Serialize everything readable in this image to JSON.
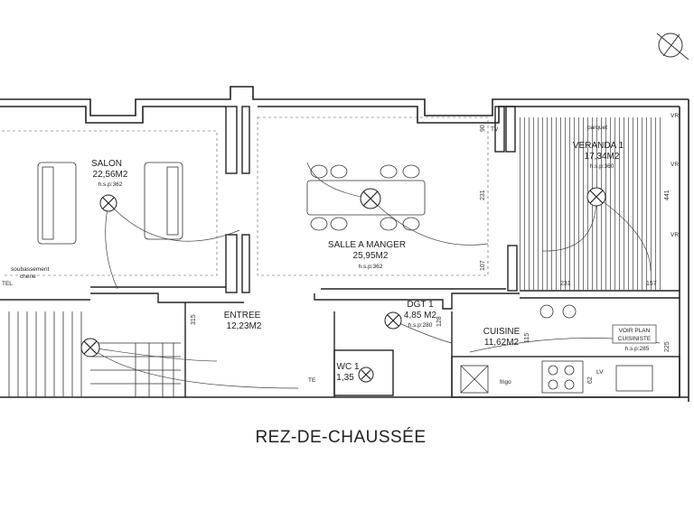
{
  "title": "REZ-DE-CHAUSSÉE",
  "rooms": {
    "salon": {
      "name": "SALON",
      "area": "22,56M2",
      "hsp": "h.s.p:362"
    },
    "salle": {
      "name": "SALLE A MANGER",
      "area": "25,95M2",
      "hsp": "h.s.p:362"
    },
    "veranda": {
      "name": "VERANDA 1",
      "area": "17,34M2",
      "hsp": "h.s.p:360"
    },
    "entree": {
      "name": "ENTREE",
      "area": "12,23M2"
    },
    "dgt": {
      "name": "DGT 1",
      "area": "4,85 M2",
      "hsp": "h.s.p:280"
    },
    "cuisine": {
      "name": "CUISINE",
      "area": "11,62M2",
      "hsp": "h.s.p:285"
    },
    "wc": {
      "name": "WC 1",
      "area": "1,35"
    }
  },
  "notes": {
    "soubassement": "soubassement",
    "chene": "chene",
    "tel": "TEL",
    "parquet": "parquet",
    "voir_plan_1": "VOIR PLAN",
    "voir_plan_2": "CUISINISTE",
    "frigo": "frigo",
    "lv": "LV",
    "te": "TE"
  },
  "dimensions": {
    "d231a": "231",
    "d107": "107",
    "d231b": "231",
    "d157": "157",
    "d90": "90",
    "d128": "128",
    "d315": "315",
    "d115": "115",
    "d225": "225",
    "d62": "62",
    "d441": "441"
  },
  "symbols": {
    "tv": "TV",
    "vr1": "VR",
    "vr2": "VR",
    "vr3": "VR"
  }
}
